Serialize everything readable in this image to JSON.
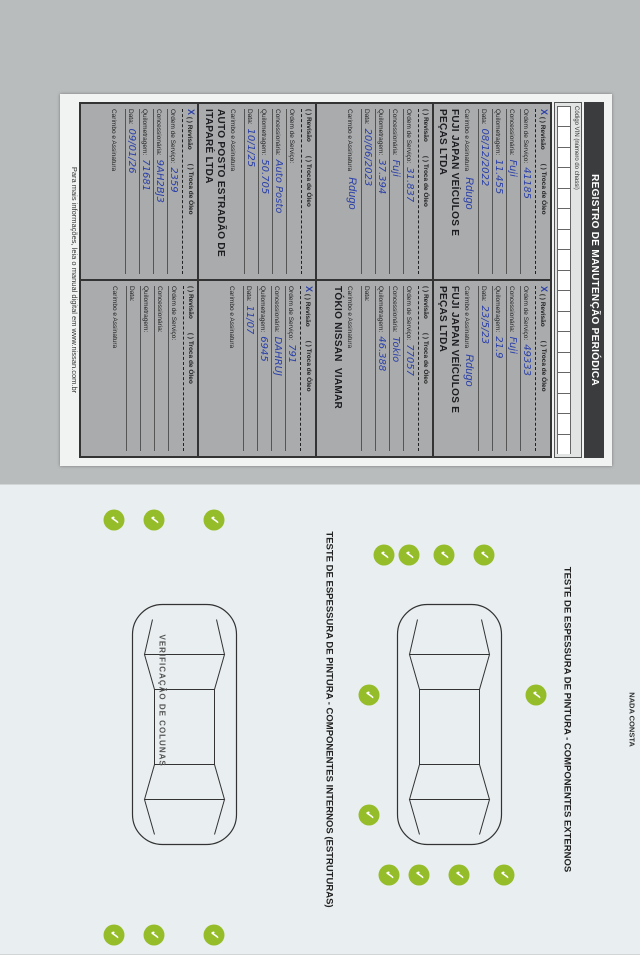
{
  "booklet": {
    "header_title": "REGISTRO DE MANUTENÇÃO PERIÓDICA",
    "vin_label": "Código VIN (número do chassi)",
    "labels": {
      "revisao": "( ) Revisão",
      "troca_oleo": "( ) Troca de Óleo",
      "ordem": "Ordem de Serviço:",
      "concessionaria": "Concessionária:",
      "quilometragem": "Quilometragem:",
      "data": "Data:",
      "carimbo": "Carimbo e Assinatura"
    },
    "entries": [
      {
        "ordem": "41185",
        "concessionaria": "Fuji",
        "quilometragem": "11.455",
        "data": "08/12/2022",
        "assinatura": "Rdugo",
        "revisao_marked": true
      },
      {
        "ordem": "49333",
        "concessionaria": "Fuji",
        "quilometragem": "21.9",
        "data": "23/5/23",
        "assinatura": "Rdugo",
        "revisao_marked": true
      },
      {
        "ordem": "31.837",
        "concessionaria": "Fuji",
        "quilometragem": "37.394",
        "data": "20/06/2023",
        "assinatura": "Rdugo",
        "revisao_marked": false
      },
      {
        "ordem": "77057",
        "concessionaria": "Tokio",
        "quilometragem": "46.388",
        "data": "",
        "assinatura": "",
        "revisao_marked": false
      },
      {
        "ordem": "",
        "concessionaria": "Auto Posto",
        "quilometragem": "50.705",
        "data": "10/1/25",
        "assinatura": "",
        "revisao_marked": false
      },
      {
        "ordem": "791",
        "concessionaria": "DAHRUJ",
        "quilometragem": "6945",
        "data": "11/07",
        "assinatura": "",
        "revisao_marked": true
      },
      {
        "ordem": "2359",
        "concessionaria": "9AH2BJ3",
        "quilometragem": "71681",
        "data": "09/01/26",
        "assinatura": "",
        "revisao_marked": true
      },
      {
        "ordem": "",
        "concessionaria": "",
        "quilometragem": "",
        "data": "",
        "assinatura": "",
        "revisao_marked": false
      }
    ],
    "stamps": [
      "FUJI JAPAN VEÍCULOS E PEÇAS LTDA",
      "FUJI JAPAN VEÍCULOS E PEÇAS LTDA",
      "AUTO POSTO ESTRADÃO DE ITAPARÉ LTDA",
      "TÓKIO NISSAN",
      "VIAMAR"
    ],
    "footer": "Para mais informações, leia o manual digital em www.nissan.com.br"
  },
  "inspection_page": {
    "nada_consta": "NADA CONSTA",
    "title_external": "TESTE DE ESPESSURA DE PINTURA - COMPONENTES EXTERNOS",
    "title_internal": "TESTE DE ESPESSURA DE PINTURA - COMPONENTES INTERNOS (ESTRUTURAS)",
    "columns_label": "VERIFICAÇÃO DE COLUNAS",
    "check_color": "#95bd2a",
    "check_icon": "check-circle-icon"
  }
}
